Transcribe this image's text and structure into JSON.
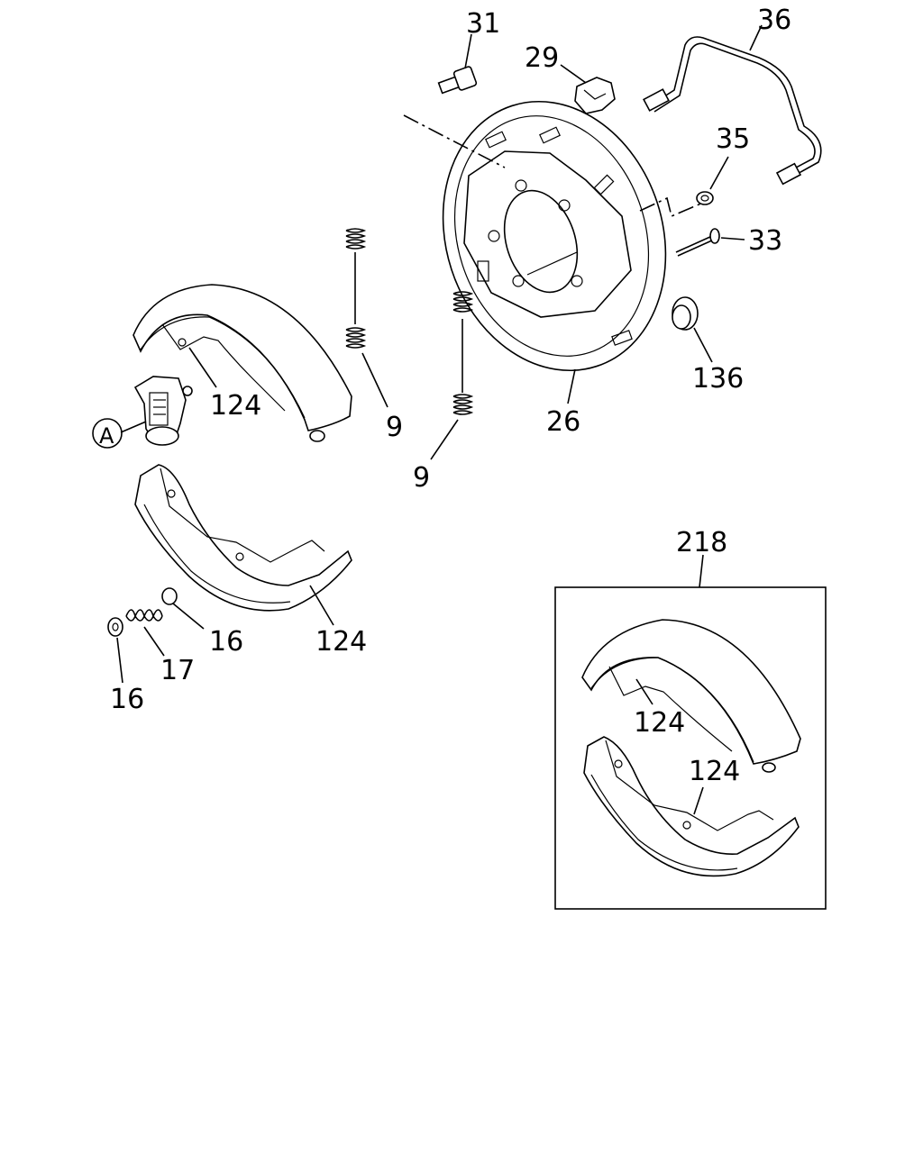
{
  "callouts": {
    "p31": "31",
    "p29": "29",
    "p36": "36",
    "p35": "35",
    "p33": "33",
    "p136": "136",
    "p26": "26",
    "p9_upper": "9",
    "p9_lower": "9",
    "p124_upper": "124",
    "p124_lower": "124",
    "pA": "A",
    "p16_right": "16",
    "p17": "17",
    "p16_left": "16",
    "p218": "218",
    "p124_kit_upper": "124",
    "p124_kit_lower": "124"
  }
}
